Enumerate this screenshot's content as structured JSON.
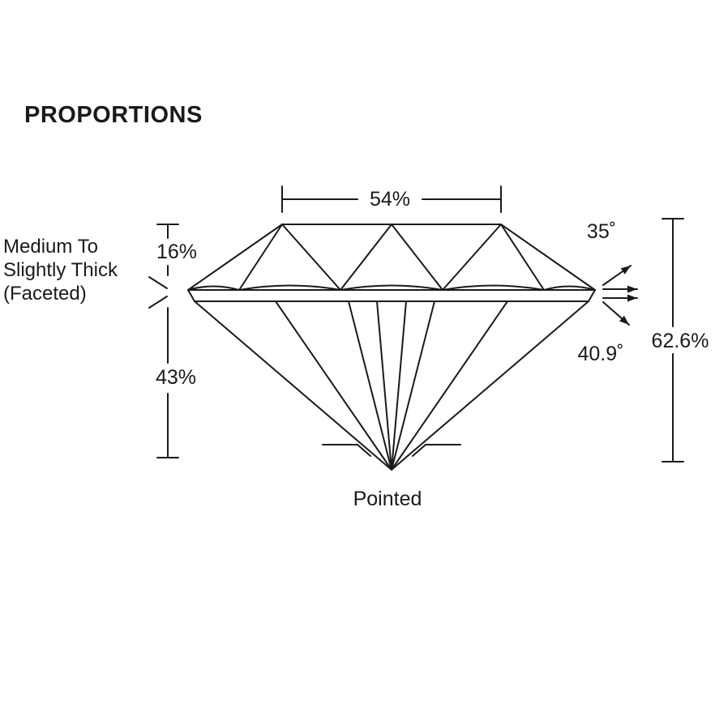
{
  "title": "PROPORTIONS",
  "ink_color": "#1a1a1a",
  "diagram": {
    "table_width": "54%",
    "crown_height": "16%",
    "crown_angle": "35˚",
    "pavilion_depth": "43%",
    "pavilion_angle": "40.9˚",
    "total_depth": "62.6%",
    "culet": "Pointed",
    "girdle_line1": "Medium To",
    "girdle_line2": "Slightly Thick",
    "girdle_line3": "(Faceted)"
  }
}
